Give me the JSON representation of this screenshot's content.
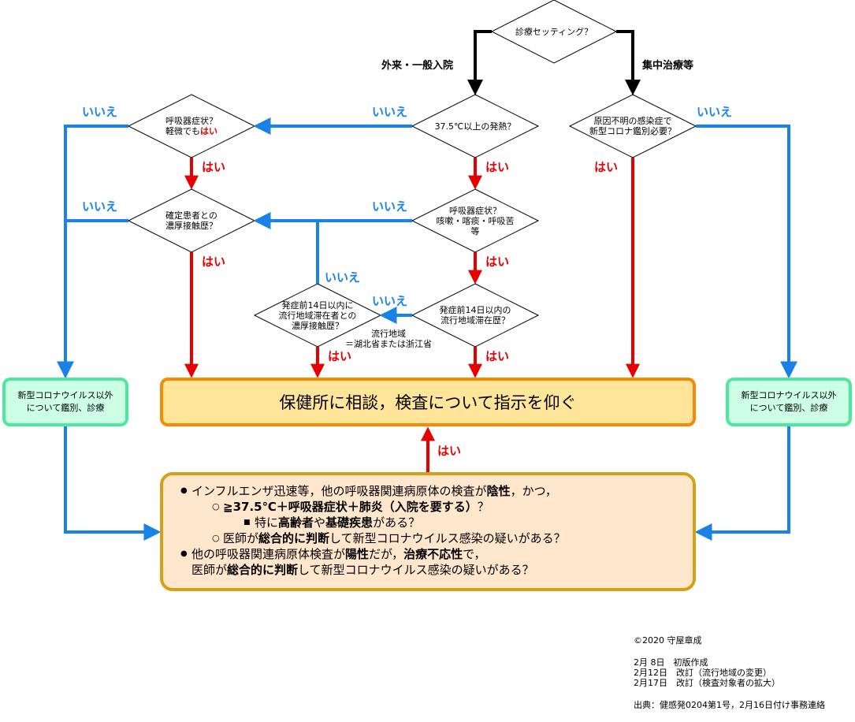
{
  "diagram": {
    "nodes": {
      "setting": "診療セッティング？",
      "fever": "37.5℃以上の発熱？",
      "unknown_infection": [
        "原因不明の感染症で",
        "新型コロナ鑑別必要？"
      ],
      "resp_mild": [
        "呼吸器症状？",
        "軽微でも",
        "はい"
      ],
      "close_contact": [
        "確定患者との",
        "濃厚接触歴？"
      ],
      "resp_symptoms": [
        "呼吸器症状？",
        "咳嗽・喀痰・呼吸苦",
        "等"
      ],
      "travel_history": [
        "発症前14日以内の",
        "流行地域滞在歴？"
      ],
      "contact_traveler": [
        "発症前14日以内に",
        "流行地域滞在者との",
        "濃厚接触歴？"
      ],
      "health_center": "保健所に相談，検査について指示を仰ぐ",
      "other_left": [
        "新型コロナウイルス以外",
        "について鑑別、診療"
      ],
      "other_right": [
        "新型コロナウイルス以外",
        "について鑑別、診療"
      ]
    },
    "branch_labels": {
      "outpatient": "外来・一般入院",
      "icu": "集中治療等",
      "yes": "はい",
      "no": "いいえ"
    },
    "endemic_note": [
      "流行地域",
      "＝湖北省または浙江省"
    ],
    "conditions": {
      "line1": [
        "インフルエンザ迅速等，他の呼吸器関連病原体の検査が",
        "陰性",
        "，かつ，"
      ],
      "line2": [
        "≧37.5℃＋呼吸器症状＋肺炎（入院を要する）",
        "？"
      ],
      "line3": [
        "特に",
        "高齢者",
        "や",
        "基礎疾患",
        "がある？"
      ],
      "line4": [
        "医師が",
        "総合的に判断",
        "して新型コロナウイルス感染の疑いがある？"
      ],
      "line5": [
        "他の呼吸器関連病原体検査が",
        "陽性",
        "だが，",
        "治療不応性",
        "で，"
      ],
      "line6": [
        "医師が",
        "総合的に判断",
        "して新型コロナウイルス感染の疑いがある？"
      ]
    },
    "bullets": {
      "disc": "●",
      "circle": "○",
      "square": "■"
    },
    "colors": {
      "yes_arrow": "#e60000",
      "no_arrow": "#1a82e6",
      "flow_arrow": "#000000",
      "health_center_fill": "#ffe599",
      "health_center_border": "#f58a07",
      "other_fill": "#ccffe6",
      "other_border": "#4ee89c",
      "condition_fill": "#ffe6cc",
      "condition_border": "#d4a017"
    }
  },
  "footer": {
    "copyright": "©2020 守屋章成",
    "history": [
      "2月  8日　初版作成",
      "2月12日　改訂（流行地域の変更）",
      "2月17日　改訂（検査対象者の拡大）"
    ],
    "source": "出典：健感発0204第1号，2月16日付け事務連絡"
  }
}
